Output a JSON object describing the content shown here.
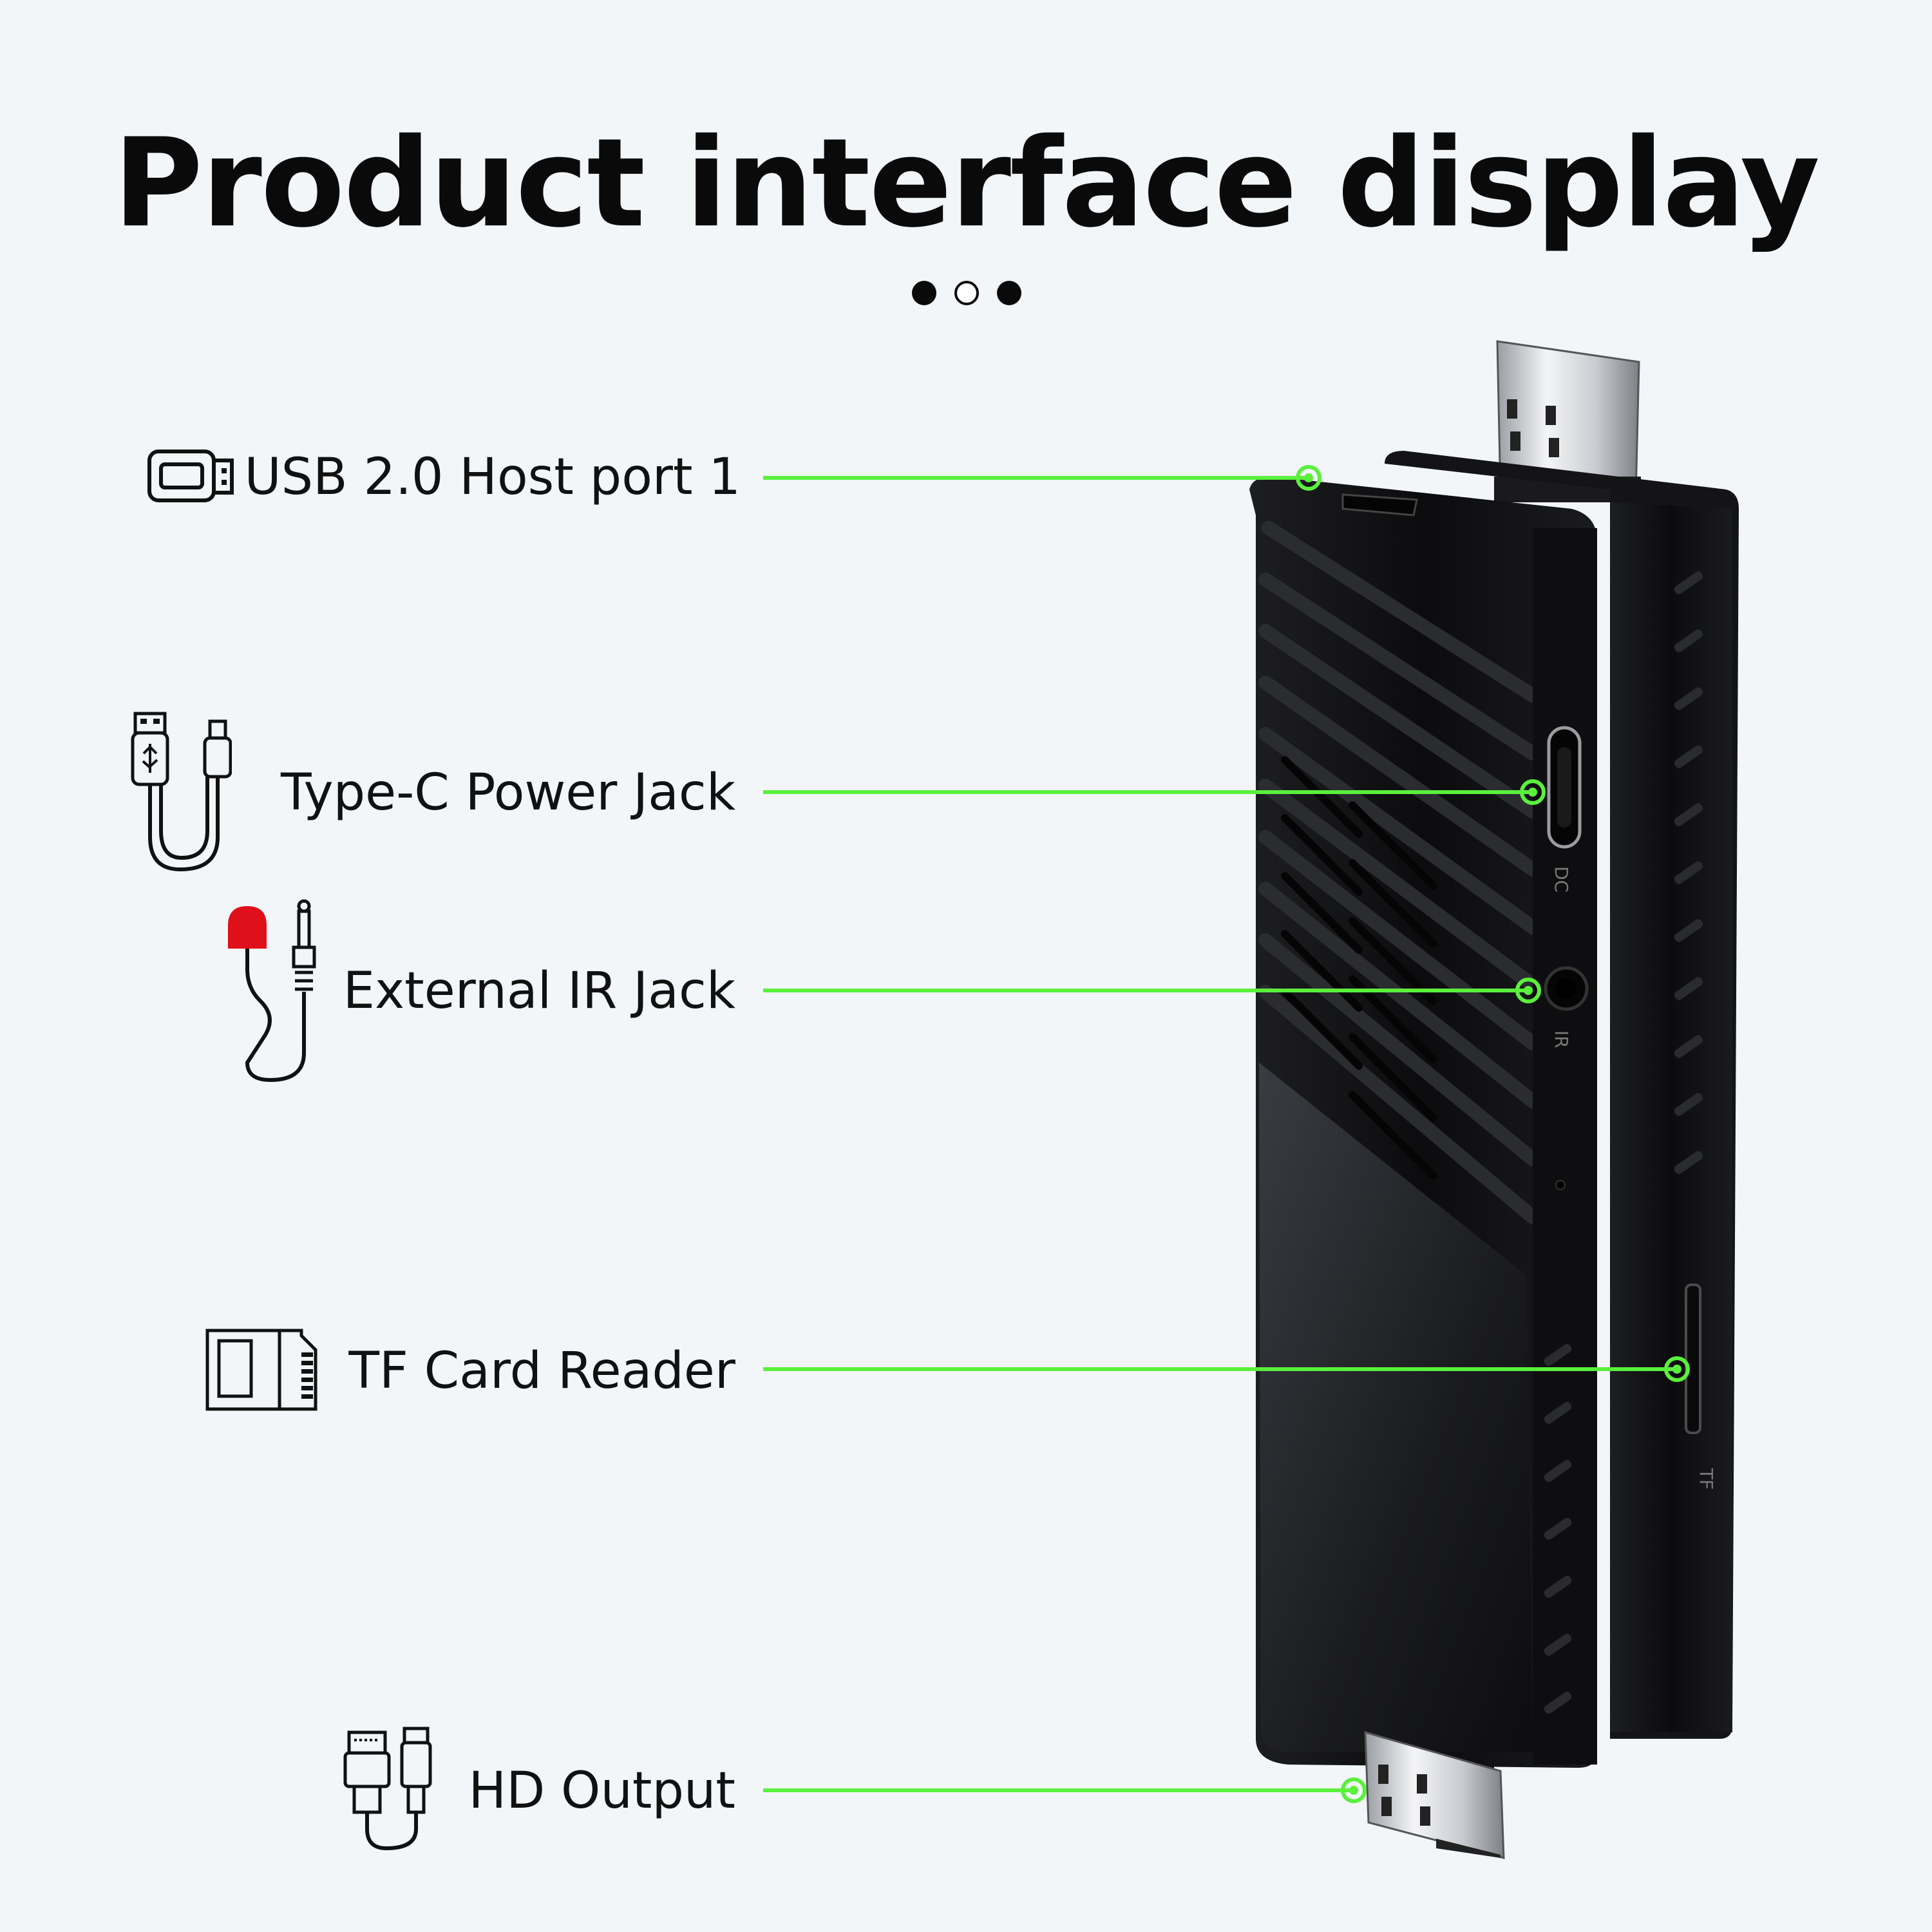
{
  "title": "Product interface display",
  "pager": {
    "dots": [
      "filled",
      "hollow",
      "filled"
    ]
  },
  "callouts": [
    {
      "label": "USB 2.0 Host port 1",
      "icon": "usb-port-icon"
    },
    {
      "label": "Type-C Power Jack",
      "icon": "usb-type-c-cable-icon"
    },
    {
      "label": "External IR Jack",
      "icon": "ir-receiver-cable-icon"
    },
    {
      "label": "TF Card Reader",
      "icon": "tf-card-icon"
    },
    {
      "label": "HD Output",
      "icon": "hdmi-cable-icon"
    }
  ],
  "device": {
    "port_labels": {
      "dc": "DC",
      "ir": "IR",
      "tf": "TF"
    }
  },
  "colors": {
    "background": "#f2f6f9",
    "leader_line": "#5af03c",
    "device_body": "#111111",
    "ir_accent": "#e0101a"
  }
}
